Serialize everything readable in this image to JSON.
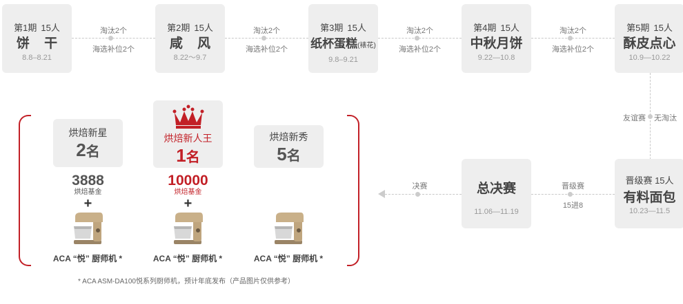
{
  "stages": [
    {
      "period": "第1期",
      "players": "15人",
      "name": "饼 干",
      "note": "",
      "date": "8.8–8.21"
    },
    {
      "period": "第2期",
      "players": "15人",
      "name": "咸 风",
      "note": "",
      "date": "8.22～9.7"
    },
    {
      "period": "第3期",
      "players": "15人",
      "name": "纸杯蛋糕",
      "note": "(裱花)",
      "date": "9.8–9.21"
    },
    {
      "period": "第4期",
      "players": "15人",
      "name": "中秋月饼",
      "note": "",
      "date": "9.22—10.8"
    },
    {
      "period": "第5期",
      "players": "15人",
      "name": "酥皮点心",
      "note": "",
      "date": "10.9—10.22"
    }
  ],
  "connectors": [
    {
      "top": "淘汰2个",
      "bottom": "海选补位2个"
    },
    {
      "top": "淘汰2个",
      "bottom": "海选补位2个"
    },
    {
      "top": "淘汰2个",
      "bottom": "海选补位2个"
    },
    {
      "top": "淘汰2个",
      "bottom": "海选补位2个"
    }
  ],
  "vertical_connector": {
    "left": "友谊赛",
    "right": "无淘汰"
  },
  "promotion": {
    "title": "晋级赛",
    "players": "15人",
    "name": "有料面包",
    "date": "10.23—11.5"
  },
  "promotion_connector": {
    "top": "晋级赛",
    "bottom": "15进8"
  },
  "final": {
    "name": "总决赛",
    "date": "11.06—11.19"
  },
  "final_connector": {
    "label": "决赛"
  },
  "awards": [
    {
      "title": "烘焙新星",
      "count": "2",
      "unit": "名",
      "amount": "3888",
      "fund_label": "烘焙基金",
      "plus": "+",
      "prize": "ACA “悦” 厨师机 *"
    },
    {
      "title": "烘焙新人王",
      "count": "1",
      "unit": "名",
      "amount": "10000",
      "fund_label": "烘焙基金",
      "plus": "+",
      "prize": "ACA “悦” 厨师机 *"
    },
    {
      "title": "烘焙新秀",
      "count": "5",
      "unit": "名",
      "prize": "ACA “悦” 厨师机 *"
    }
  ],
  "footnote": "* ACA ASM-DA100悦系列厨师机，预计年底发布（产品图片仅供参考）",
  "colors": {
    "accent": "#c21f26",
    "box_bg": "#eeeeee",
    "connector": "#cccccc"
  },
  "icons": {
    "crown": "crown-icon",
    "mixer": "stand-mixer-icon",
    "arrow": "arrow-left-icon"
  }
}
